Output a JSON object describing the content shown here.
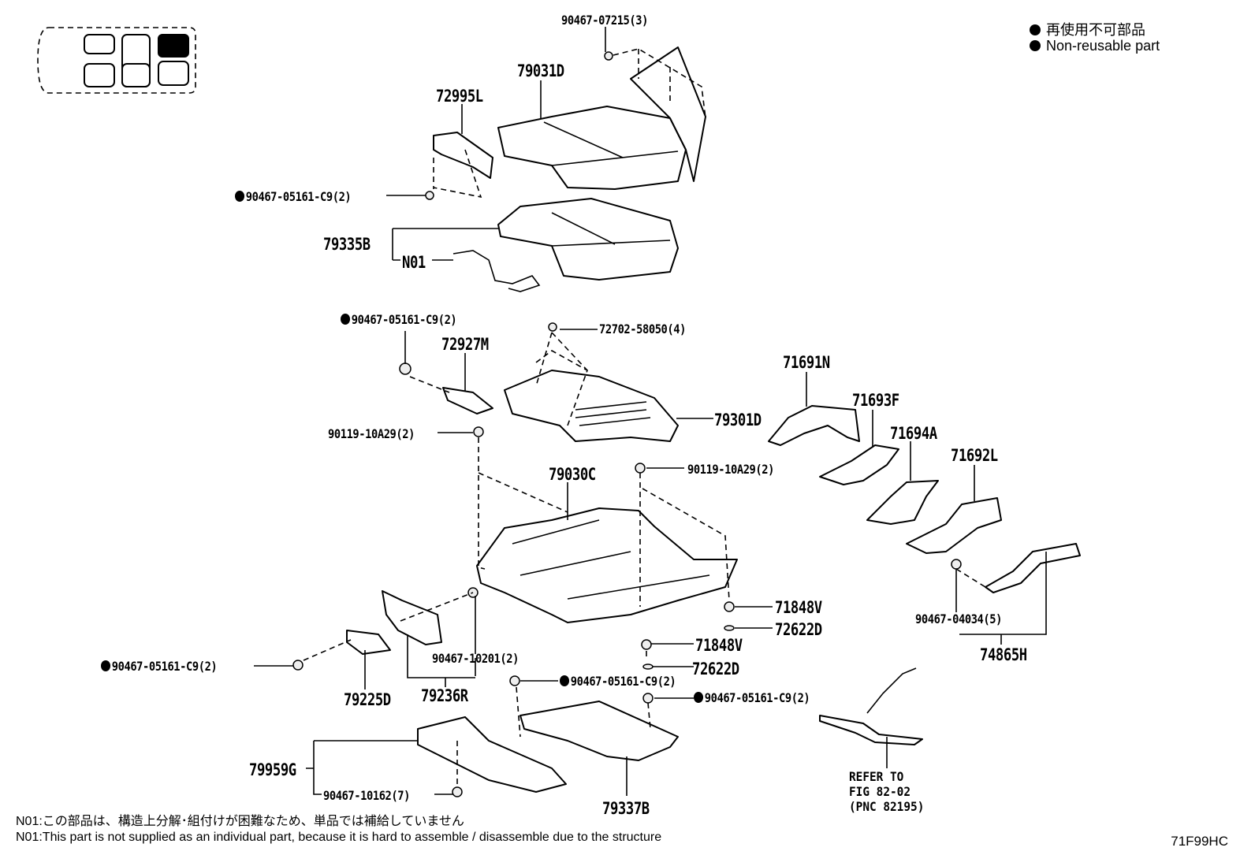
{
  "legend": {
    "ja": "再使用不可部品",
    "en": "Non-reusable part"
  },
  "labels": {
    "p90467_07215": "90467-07215(3)",
    "p79031D": "79031D",
    "p72995L": "72995L",
    "p90467_05161_a": "90467-05161-C9(2)",
    "p79335B": "79335B",
    "pN01": "N01",
    "p90467_05161_b": "90467-05161-C9(2)",
    "p72702_58050": "72702-58050(4)",
    "p72927M": "72927M",
    "p79301D": "79301D",
    "p71691N": "71691N",
    "p71693F": "71693F",
    "p71694A": "71694A",
    "p71692L": "71692L",
    "p90119_10A29_a": "90119-10A29(2)",
    "p90119_10A29_b": "90119-10A29(2)",
    "p79030C": "79030C",
    "p71848V_a": "71848V",
    "p72622D_a": "72622D",
    "p71848V_b": "71848V",
    "p72622D_b": "72622D",
    "p90467_04034": "90467-04034(5)",
    "p74865H": "74865H",
    "p90467_05161_c": "90467-05161-C9(2)",
    "p90467_10201": "90467-10201(2)",
    "p90467_05161_d": "90467-05161-C9(2)",
    "p90467_05161_e": "90467-05161-C9(2)",
    "p79225D": "79225D",
    "p79236R": "79236R",
    "p79959G": "79959G",
    "p90467_10162": "90467-10162(7)",
    "p79337B": "79337B"
  },
  "refer": {
    "line1": "REFER TO",
    "line2": "FIG 82-02",
    "line3": "(PNC 82195)"
  },
  "notes": {
    "ja": "N01:この部品は、構造上分解･組付けが困難なため、単品では補給していません",
    "en": "N01:This part is not supplied as an individual part, because it is hard to assemble / disassemble due to the structure"
  },
  "figure_code": "71F99HC"
}
